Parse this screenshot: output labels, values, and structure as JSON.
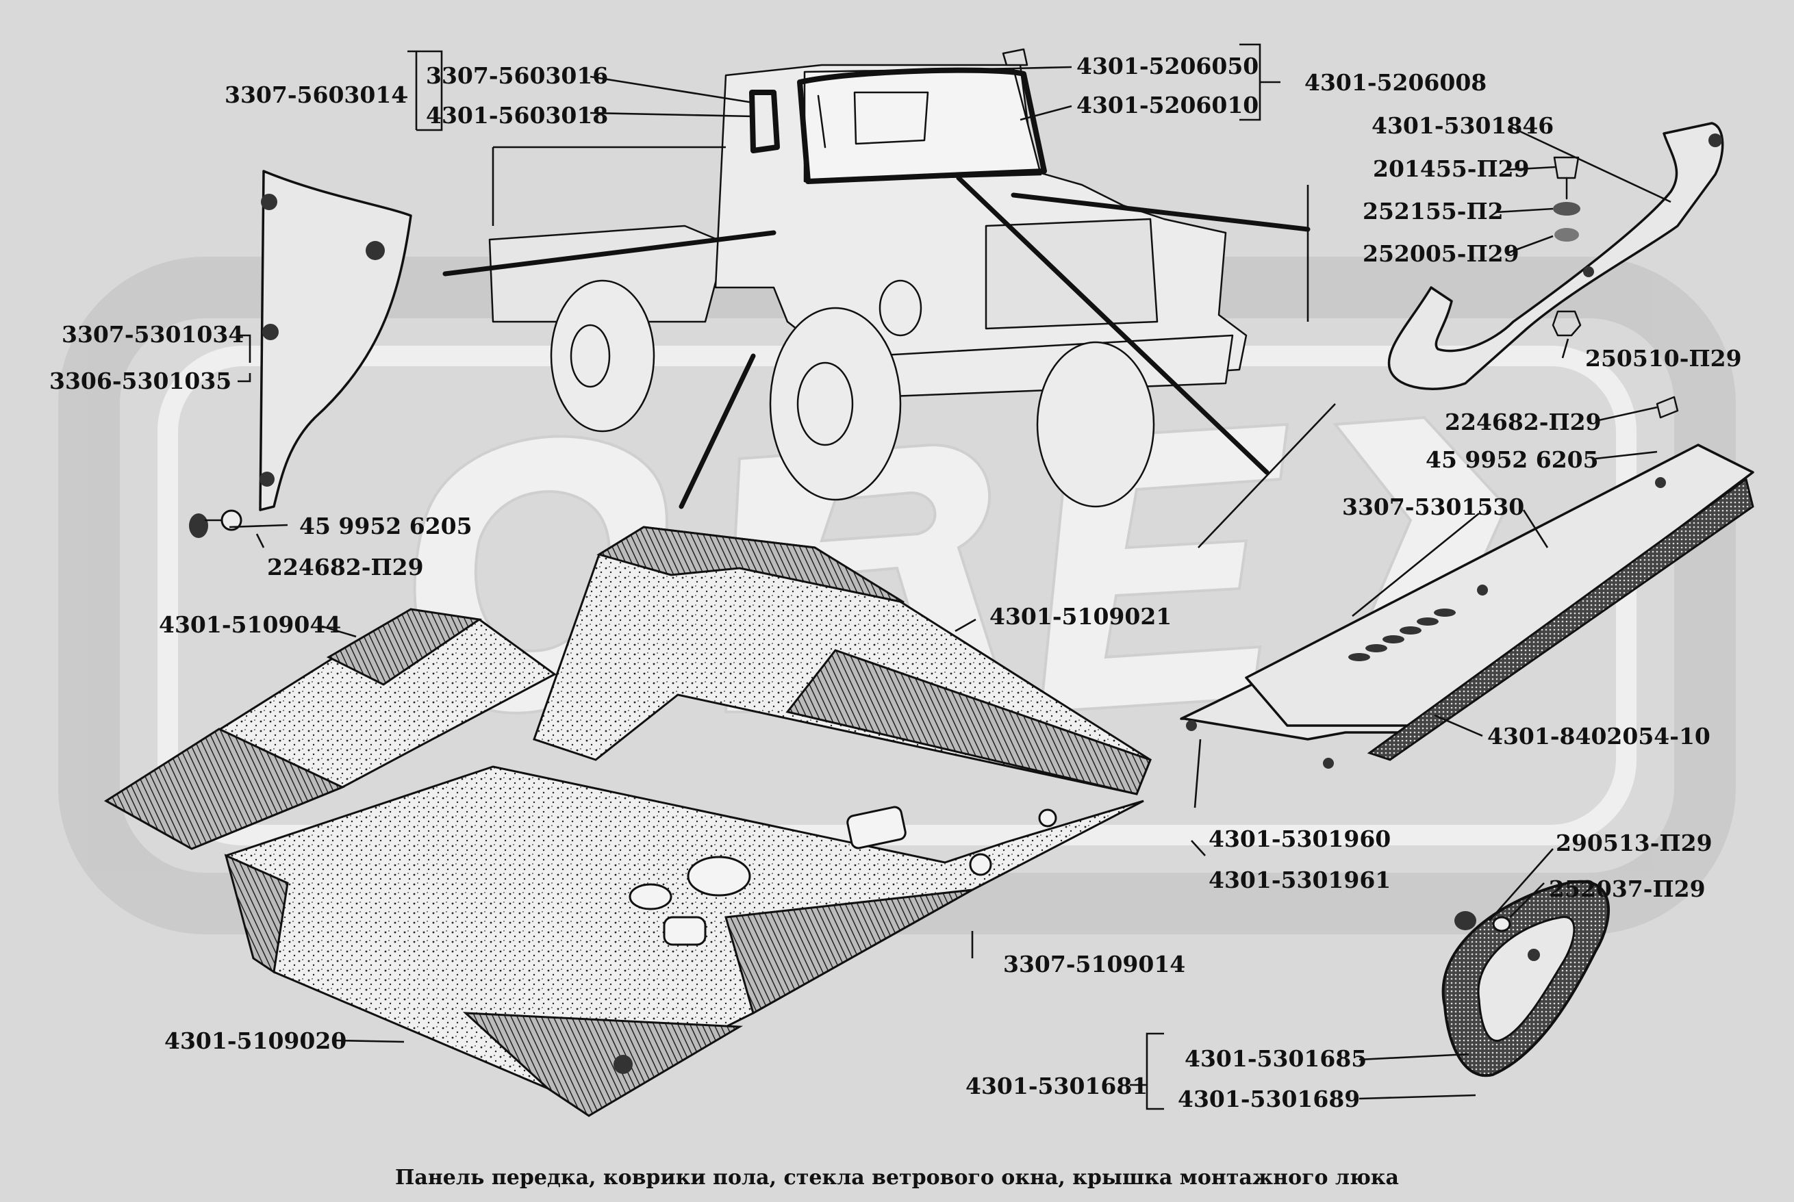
{
  "watermark": {
    "text": "ORE",
    "color": "#f2f2f2",
    "color_dark": "#c8c8c8"
  },
  "labels": {
    "l_3307_5603014": "3307-5603014",
    "l_3307_5603016": "3307-5603016",
    "l_4301_5603018": "4301-5603018",
    "l_4301_5206050": "4301-5206050",
    "l_4301_5206010": "4301-5206010",
    "l_4301_5206008": "4301-5206008",
    "l_4301_5301846": "4301-5301846",
    "l_201455_p29": "201455-П29",
    "l_252155_p2": "252155-П2",
    "l_252005_p29": "252005-П29",
    "l_250510_p29": "250510-П29",
    "l_224682_p29_right": "224682-П29",
    "l_45_9952_6205_right": "45 9952 6205",
    "l_3307_5301530": "3307-5301530",
    "l_3307_5301034": "3307-5301034",
    "l_3306_5301035": "3306-5301035",
    "l_45_9952_6205_left": "45 9952 6205",
    "l_224682_p29_left": "224682-П29",
    "l_4301_5109044": "4301-5109044",
    "l_4301_5109021": "4301-5109021",
    "l_4301_8402054_10": "4301-8402054-10",
    "l_4301_5301960": "4301-5301960",
    "l_4301_5301961": "4301-5301961",
    "l_290513_p29": "290513-П29",
    "l_252037_p29": "252037-П29",
    "l_3307_5109014": "3307-5109014",
    "l_4301_5109020": "4301-5109020",
    "l_4301_5301685": "4301-5301685",
    "l_4301_5301681": "4301-5301681",
    "l_4301_5301689": "4301-5301689"
  },
  "caption": "Панель передка, коврики пола, стекла ветрового окна, крышка монтажного люка"
}
